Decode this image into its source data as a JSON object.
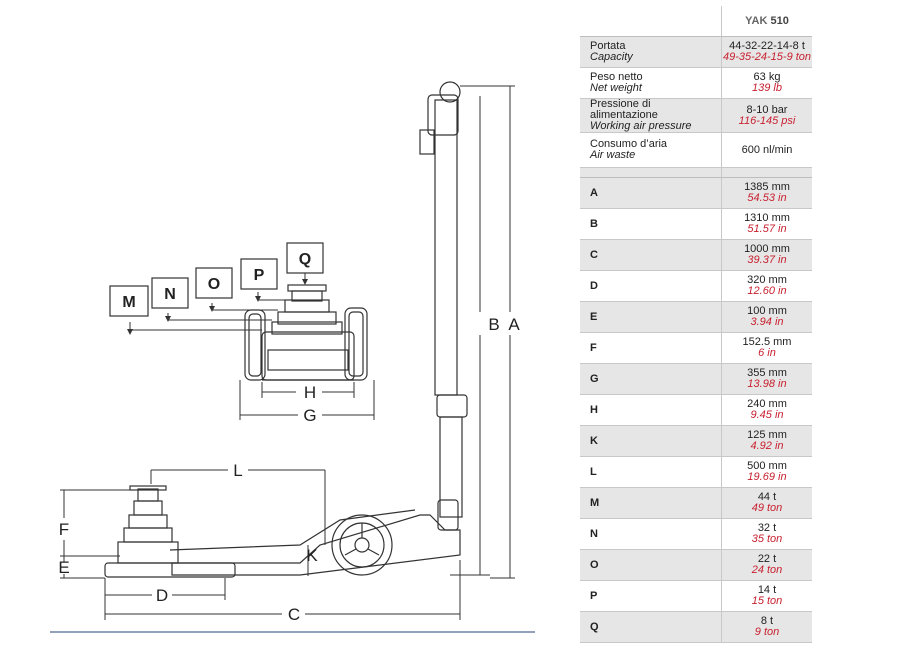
{
  "model": {
    "prefix": "YAK",
    "number": "510"
  },
  "params": [
    {
      "it": "Portata",
      "en": "Capacity",
      "metric": "44-32-22-14-8 t",
      "imperial": "49-35-24-15-9 ton"
    },
    {
      "it": "Peso netto",
      "en": "Net weight",
      "metric": "63 kg",
      "imperial": "139 lb"
    },
    {
      "it": "Pressione di alimentazione",
      "en": "Working air pressure",
      "metric": "8-10 bar",
      "imperial": "116-145 psi"
    },
    {
      "it": "Consumo d’aria",
      "en": "Air waste",
      "metric": "600 nl/min",
      "imperial": ""
    }
  ],
  "dims": [
    {
      "label": "A",
      "metric": "1385 mm",
      "imperial": "54.53 in"
    },
    {
      "label": "B",
      "metric": "1310 mm",
      "imperial": "51.57 in"
    },
    {
      "label": "C",
      "metric": "1000 mm",
      "imperial": "39.37 in"
    },
    {
      "label": "D",
      "metric": "320 mm",
      "imperial": "12.60 in"
    },
    {
      "label": "E",
      "metric": "100 mm",
      "imperial": "3.94 in"
    },
    {
      "label": "F",
      "metric": "152.5 mm",
      "imperial": "6 in"
    },
    {
      "label": "G",
      "metric": "355 mm",
      "imperial": "13.98 in"
    },
    {
      "label": "H",
      "metric": "240 mm",
      "imperial": "9.45 in"
    },
    {
      "label": "K",
      "metric": "125 mm",
      "imperial": "4.92 in"
    },
    {
      "label": "L",
      "metric": "500 mm",
      "imperial": "19.69 in"
    },
    {
      "label": "M",
      "metric": "44 t",
      "imperial": "49 ton"
    },
    {
      "label": "N",
      "metric": "32 t",
      "imperial": "35 ton"
    },
    {
      "label": "O",
      "metric": "22 t",
      "imperial": "24 ton"
    },
    {
      "label": "P",
      "metric": "14 t",
      "imperial": "15 ton"
    },
    {
      "label": "Q",
      "metric": "8 t",
      "imperial": "9 ton"
    }
  ],
  "drawing_labels": {
    "A": "A",
    "B": "B",
    "C": "C",
    "D": "D",
    "E": "E",
    "F": "F",
    "G": "G",
    "H": "H",
    "K": "K",
    "L": "L",
    "M": "M",
    "N": "N",
    "O": "O",
    "P": "P",
    "Q": "Q"
  }
}
